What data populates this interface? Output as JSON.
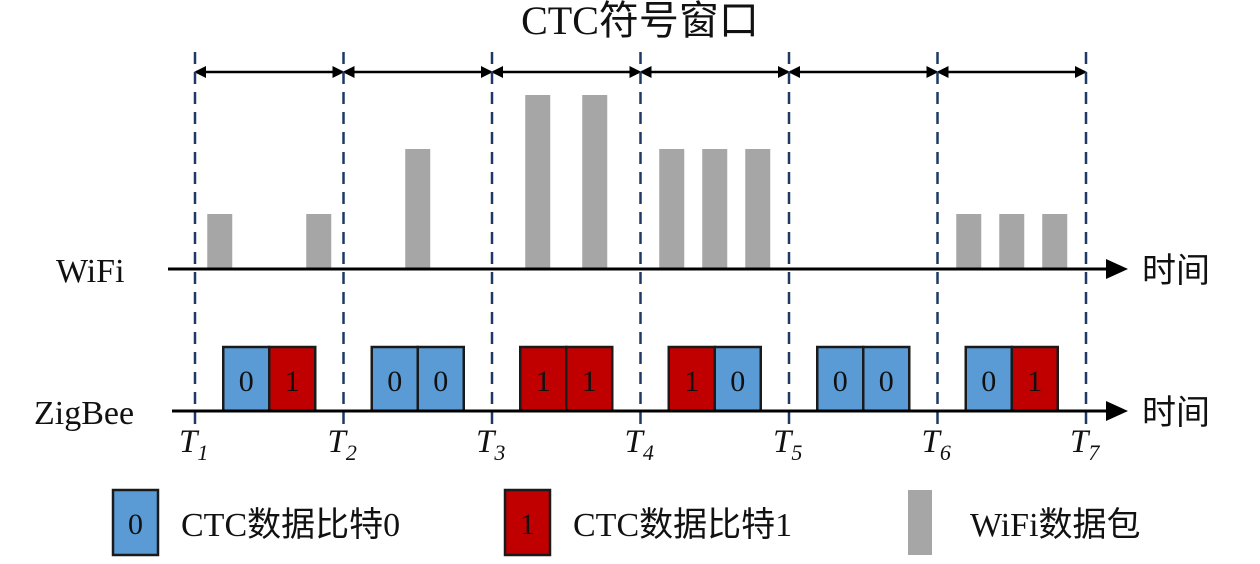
{
  "title": "CTC符号窗口",
  "rows": {
    "wifi_label": "WiFi",
    "zigbee_label": "ZigBee",
    "wifi_axis_label": "时间",
    "zigbee_axis_label": "时间"
  },
  "time_marks": [
    {
      "main": "T",
      "sub": "1"
    },
    {
      "main": "T",
      "sub": "2"
    },
    {
      "main": "T",
      "sub": "3"
    },
    {
      "main": "T",
      "sub": "4"
    },
    {
      "main": "T",
      "sub": "5"
    },
    {
      "main": "T",
      "sub": "6"
    },
    {
      "main": "T",
      "sub": "7"
    }
  ],
  "windows": [
    {
      "bits": [
        "0",
        "1"
      ],
      "wifi_packets": 2,
      "wifi_level": "low"
    },
    {
      "bits": [
        "0",
        "0"
      ],
      "wifi_packets": 1,
      "wifi_level": "mid"
    },
    {
      "bits": [
        "1",
        "1"
      ],
      "wifi_packets": 2,
      "wifi_level": "high"
    },
    {
      "bits": [
        "1",
        "0"
      ],
      "wifi_packets": 3,
      "wifi_level": "mid"
    },
    {
      "bits": [
        "0",
        "0"
      ],
      "wifi_packets": 0,
      "wifi_level": "none"
    },
    {
      "bits": [
        "0",
        "1"
      ],
      "wifi_packets": 3,
      "wifi_level": "low"
    }
  ],
  "legend": [
    {
      "symbol": "0",
      "label": "CTC数据比特0",
      "kind": "bit0"
    },
    {
      "symbol": "1",
      "label": "CTC数据比特1",
      "kind": "bit1"
    },
    {
      "symbol": "",
      "label": "WiFi数据包",
      "kind": "wifi"
    }
  ],
  "colors": {
    "bit0": "#5b9bd5",
    "bit1": "#c00000",
    "wifi_packet": "#a6a6a6",
    "dashed_line": "#1f3864",
    "axis": "#000000"
  }
}
